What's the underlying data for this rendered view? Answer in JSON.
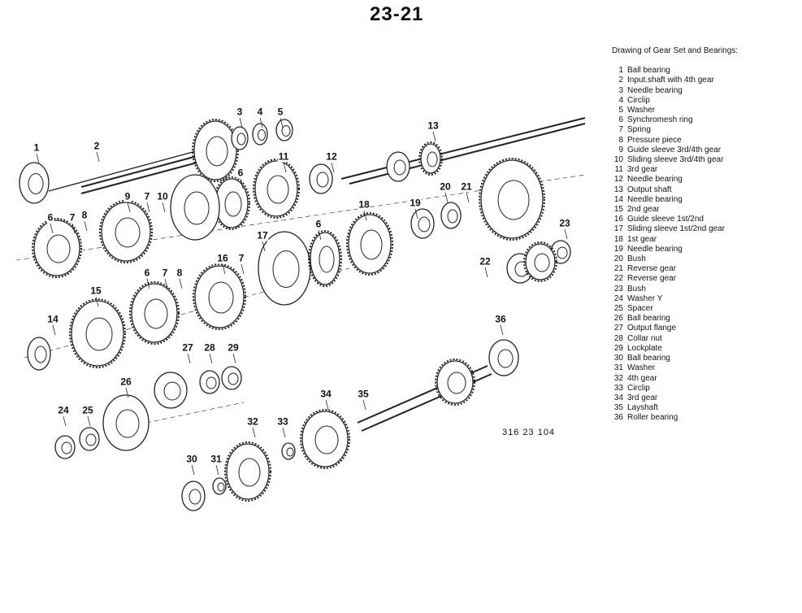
{
  "page_number": "23-21",
  "drawing_code": "316 23 104",
  "legend": {
    "title": "Drawing of Gear Set and Bearings:",
    "items": [
      {
        "num": "1",
        "label": "Ball bearing"
      },
      {
        "num": "2",
        "label": "Input.shaft with 4th gear"
      },
      {
        "num": "3",
        "label": "Needle bearing"
      },
      {
        "num": "4",
        "label": "Circlip"
      },
      {
        "num": "5",
        "label": "Washer"
      },
      {
        "num": "6",
        "label": "Synchromesh ring"
      },
      {
        "num": "7",
        "label": "Spring"
      },
      {
        "num": "8",
        "label": "Pressure piece"
      },
      {
        "num": "9",
        "label": "Guide sleeve 3rd/4th gear"
      },
      {
        "num": "10",
        "label": "Sliding sleeve 3rd/4th gear"
      },
      {
        "num": "11",
        "label": "3rd gear"
      },
      {
        "num": "12",
        "label": "Needle bearing"
      },
      {
        "num": "13",
        "label": "Output shaft"
      },
      {
        "num": "14",
        "label": "Needle bearing"
      },
      {
        "num": "15",
        "label": "2nd gear"
      },
      {
        "num": "16",
        "label": "Guide sleeve 1st/2nd"
      },
      {
        "num": "17",
        "label": "Sliding sleeve 1st/2nd gear"
      },
      {
        "num": "18",
        "label": "1st gear"
      },
      {
        "num": "19",
        "label": "Needle bearing"
      },
      {
        "num": "20",
        "label": "Bush"
      },
      {
        "num": "21",
        "label": "Reverse gear"
      },
      {
        "num": "22",
        "label": "Reverse gear"
      },
      {
        "num": "23",
        "label": "Bush"
      },
      {
        "num": "24",
        "label": "Washer Y"
      },
      {
        "num": "25",
        "label": "Spacer"
      },
      {
        "num": "26",
        "label": "Ball bearing"
      },
      {
        "num": "27",
        "label": "Output flange"
      },
      {
        "num": "28",
        "label": "Collar nut"
      },
      {
        "num": "29",
        "label": "Lockplate"
      },
      {
        "num": "30",
        "label": "Ball bearing"
      },
      {
        "num": "31",
        "label": "Washer"
      },
      {
        "num": "32",
        "label": "4th gear"
      },
      {
        "num": "33",
        "label": "Circlip"
      },
      {
        "num": "34",
        "label": "3rd gear"
      },
      {
        "num": "35",
        "label": "Layshaft"
      },
      {
        "num": "36",
        "label": "Roller bearing"
      }
    ]
  },
  "callouts": [
    "1",
    "2",
    "3",
    "4",
    "5",
    "6",
    "11",
    "12",
    "13",
    "9",
    "7",
    "10",
    "6",
    "7",
    "8",
    "18",
    "19",
    "20",
    "21",
    "23",
    "22",
    "17",
    "6",
    "16",
    "7",
    "7",
    "8",
    "6",
    "15",
    "14",
    "27",
    "28",
    "29",
    "36",
    "26",
    "34",
    "35",
    "24",
    "25",
    "32",
    "33",
    "30",
    "31"
  ]
}
